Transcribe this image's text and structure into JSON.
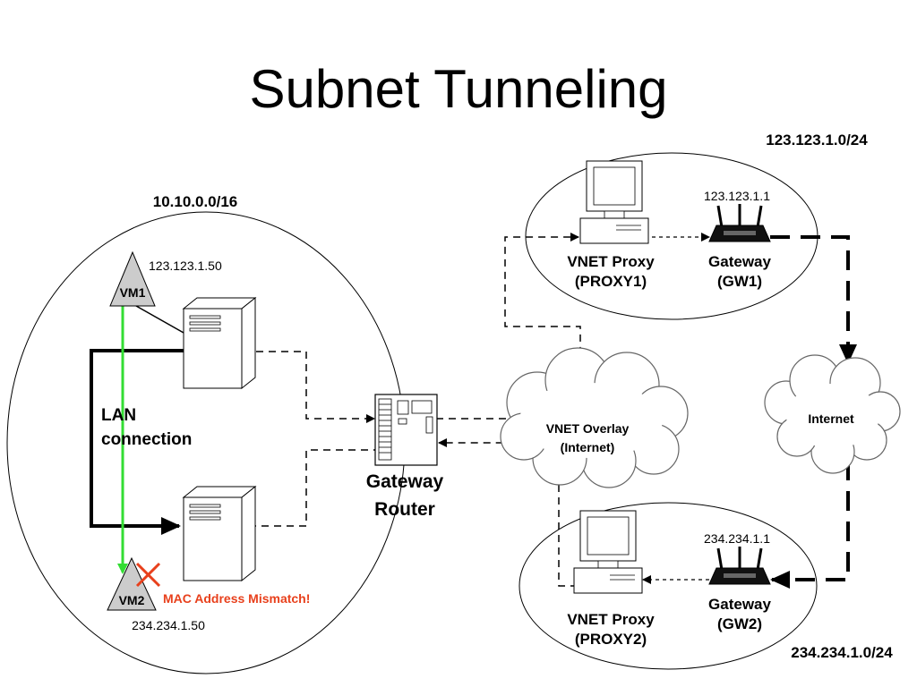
{
  "title": "Subnet Tunneling",
  "subnets": {
    "left": "10.10.0.0/16",
    "top_right": "123.123.1.0/24",
    "bottom_right": "234.234.1.0/24"
  },
  "vm1": {
    "label": "VM1",
    "ip": "123.123.1.50"
  },
  "vm2": {
    "label": "VM2",
    "ip": "234.234.1.50"
  },
  "lan": {
    "line1": "LAN",
    "line2": "connection"
  },
  "gateway_router": {
    "line1": "Gateway",
    "line2": "Router"
  },
  "proxy1": {
    "line1": "VNET Proxy",
    "line2": "(PROXY1)"
  },
  "gw1": {
    "line1": "Gateway",
    "line2": "(GW1)",
    "ip": "123.123.1.1"
  },
  "proxy2": {
    "line1": "VNET Proxy",
    "line2": "(PROXY2)"
  },
  "gw2": {
    "line1": "Gateway",
    "line2": "(GW2)",
    "ip": "234.234.1.1"
  },
  "overlay": {
    "line1": "VNET Overlay",
    "line2": "(Internet)"
  },
  "internet": {
    "label": "Internet"
  },
  "error": {
    "text": "MAC Address Mismatch!",
    "color": "#e8401c"
  },
  "colors": {
    "tunnel_line": "#33dd33",
    "error": "#e8401c"
  },
  "icons": [
    "server-icon",
    "router-icon",
    "computer-icon",
    "wireless-router-icon",
    "cloud-icon",
    "cross-icon"
  ]
}
